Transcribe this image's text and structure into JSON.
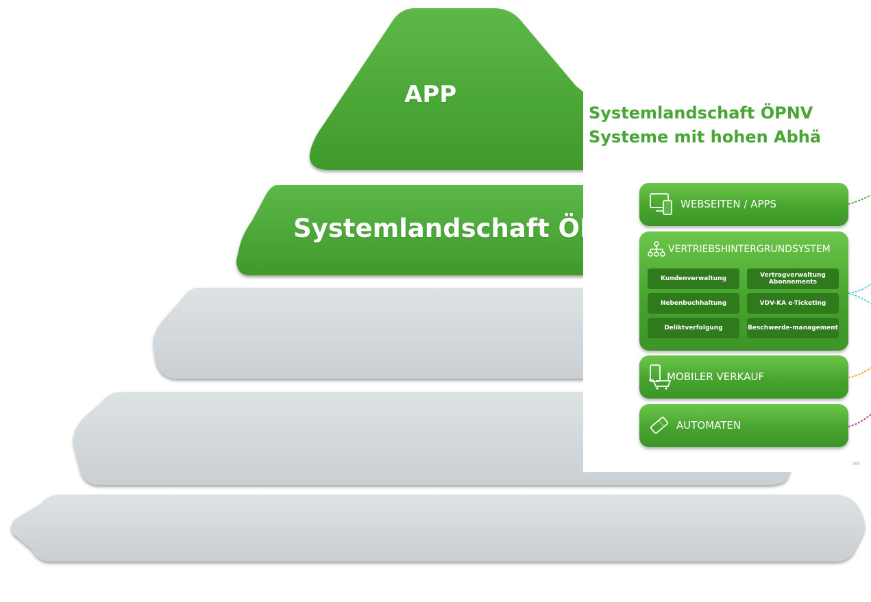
{
  "pyramid": {
    "tiers": [
      {
        "label": "APP",
        "color": "#4ea93a"
      },
      {
        "label": "Systemlandschaft ÖPNV",
        "color": "#4ea93a"
      },
      {
        "label": "",
        "color": "#d3d8dc"
      },
      {
        "label": "",
        "color": "#d3d8dc"
      },
      {
        "label": "",
        "color": "#d3d8dc"
      }
    ]
  },
  "slide": {
    "title_line1": "Systemlandschaft ÖPNV",
    "title_line2": "Systeme mit hohen Abhä",
    "accent_color": "#4aa537",
    "boxes": {
      "web": "WEBSEITEN / APPS",
      "vhgs": "VERTRIEBSHINTERGRUNDSYSTEM",
      "mobile": "MOBILER VERKAUF",
      "automaten": "AUTOMATEN"
    },
    "modules": {
      "m1": "Kundenverwaltung",
      "m2": "Vertragverwaltung Abonnements",
      "m3": "Nebenbuchhaltung",
      "m4": "VDV-KA e-Ticketing",
      "m5": "Deliktverfolgung",
      "m6": "Beschwerde-management"
    },
    "footer": "TAF",
    "icons": [
      "devices-icon",
      "network-hierarchy-icon",
      "mobile-cart-icon",
      "ticket-icon"
    ]
  }
}
